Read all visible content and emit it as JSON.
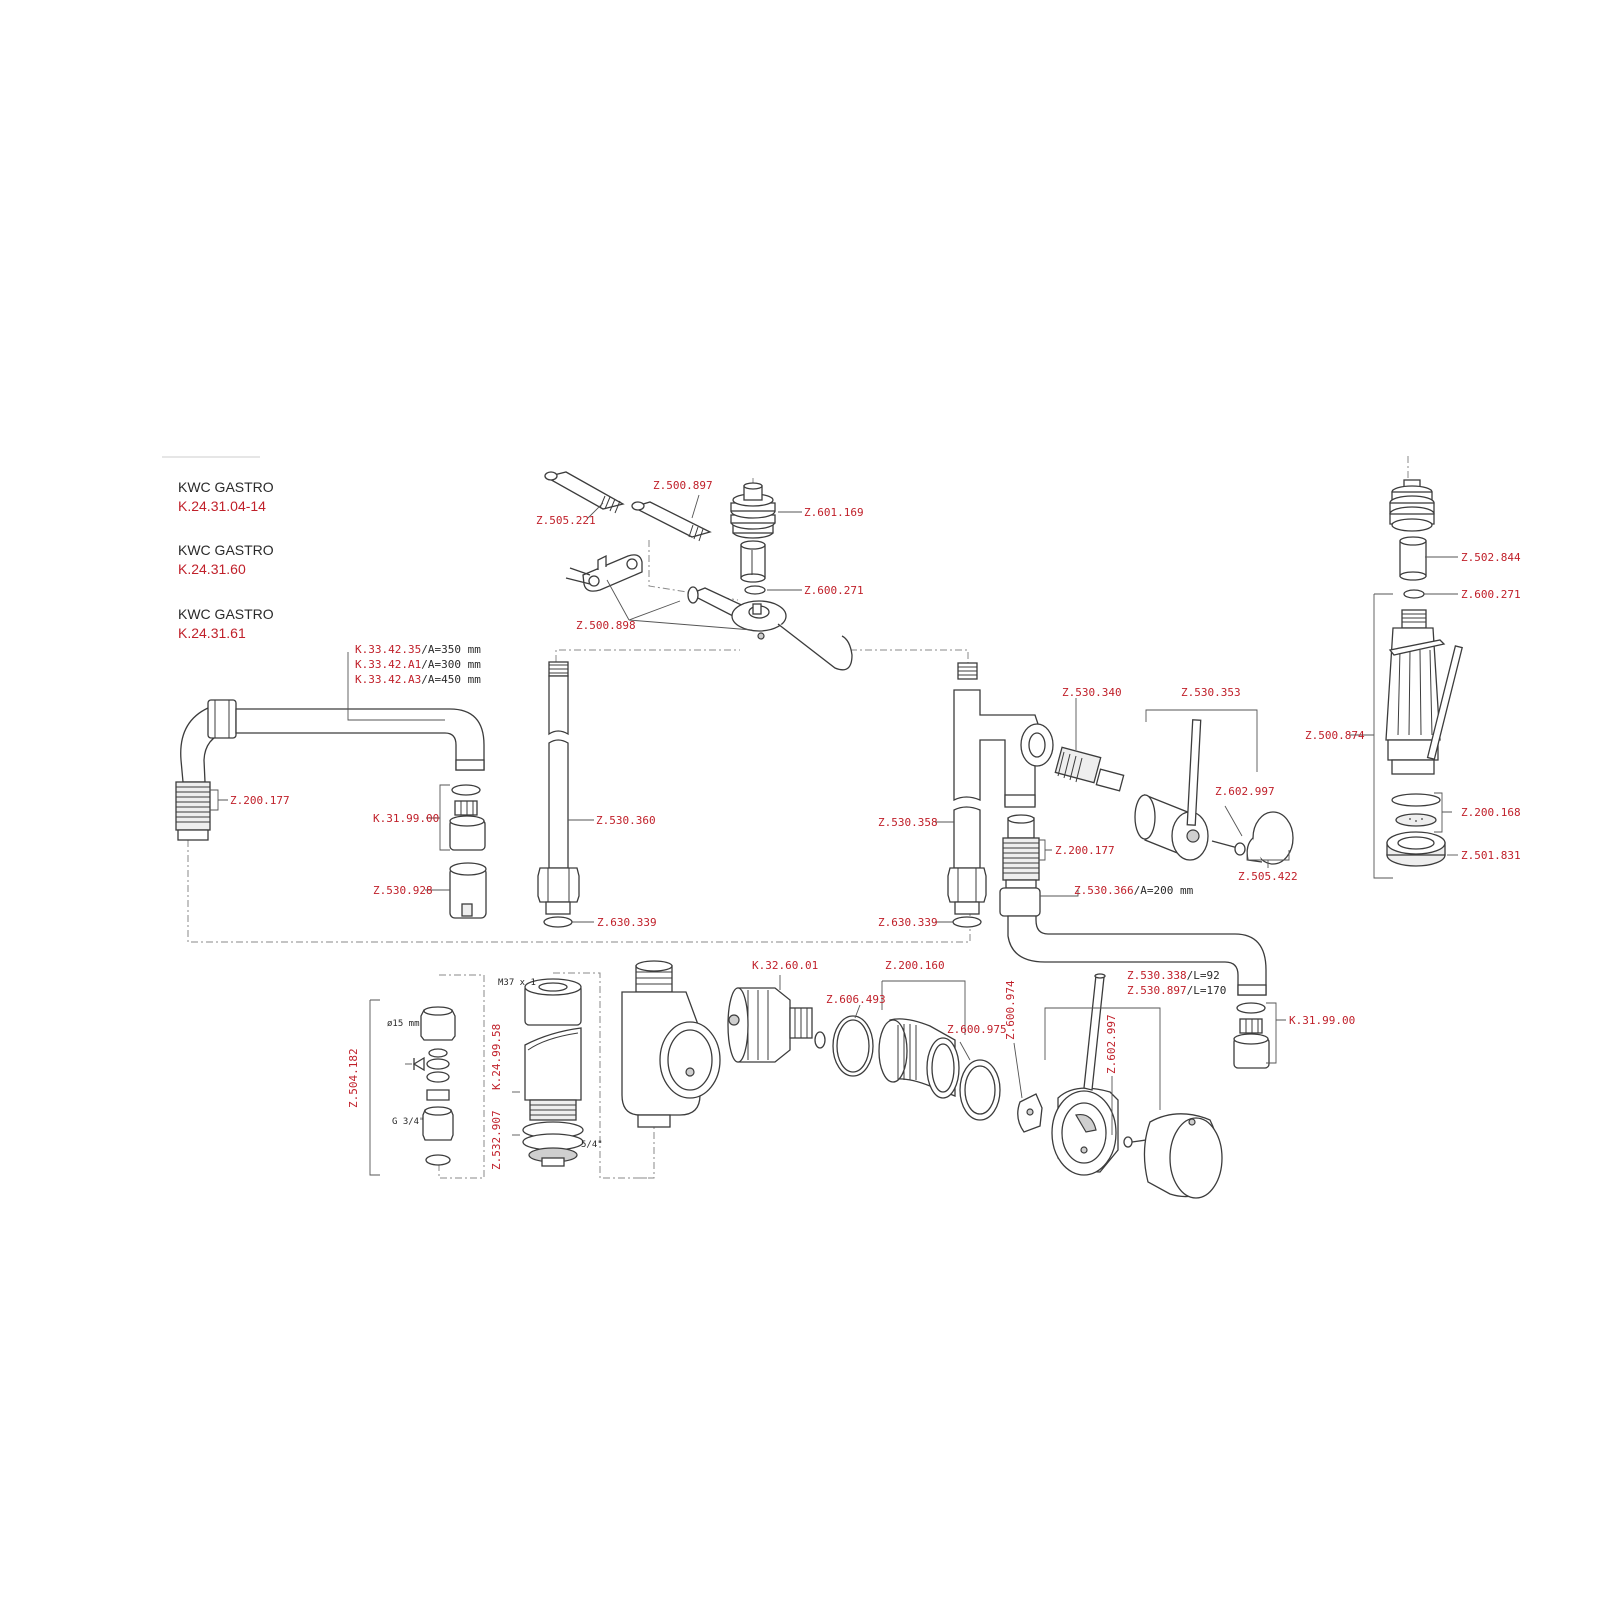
{
  "titles": [
    {
      "brand": "KWC GASTRO",
      "code": "K.24.31.04-14"
    },
    {
      "brand": "KWC GASTRO",
      "code": "K.24.31.60"
    },
    {
      "brand": "KWC GASTRO",
      "code": "K.24.31.61"
    }
  ],
  "labels": {
    "z505221": "Z.505.221",
    "z500897": "Z.500.897",
    "z601169": "Z.601.169",
    "z600271a": "Z.600.271",
    "z500898": "Z.500.898",
    "z502844": "Z.502.844",
    "z600271b": "Z.600.271",
    "k3342_35": "K.33.42.35",
    "k3342_35_dim": "/A=350 mm",
    "k3342_a1": "K.33.42.A1",
    "k3342_a1_dim": "/A=300 mm",
    "k3342_a3": "K.33.42.A3",
    "k3342_a3_dim": "/A=450 mm",
    "z200177a": "Z.200.177",
    "k319900a": "K.31.99.00",
    "z530928": "Z.530.928",
    "z530360": "Z.530.360",
    "z630339a": "Z.630.339",
    "z530340": "Z.530.340",
    "z530353": "Z.530.353",
    "z602997a": "Z.602.997",
    "z505422": "Z.505.422",
    "z530358": "Z.530.358",
    "z200177b": "Z.200.177",
    "z630339b": "Z.630.339",
    "z530366": "Z.530.366",
    "z530366_dim": "/A=200 mm",
    "z500874": "Z.500.874",
    "z200168": "Z.200.168",
    "z501831": "Z.501.831",
    "k326001": "K.32.60.01",
    "z200160": "Z.200.160",
    "z606493": "Z.606.493",
    "z600975": "Z.600.975",
    "z600974": "Z.600.974",
    "z530338": "Z.530.338",
    "z530338_dim": "/L=92",
    "z530897": "Z.530.897",
    "z530897_dim": "/L=170",
    "z602997b": "Z.602.997",
    "k319900b": "K.31.99.00",
    "z504182": "Z.504.182",
    "k249958": "K.24.99.58",
    "z532907": "Z.532.907",
    "m37": "M37 x 1",
    "d15": "ø15 mm",
    "g34": "G 3/4\"",
    "s54": "5/4\""
  }
}
